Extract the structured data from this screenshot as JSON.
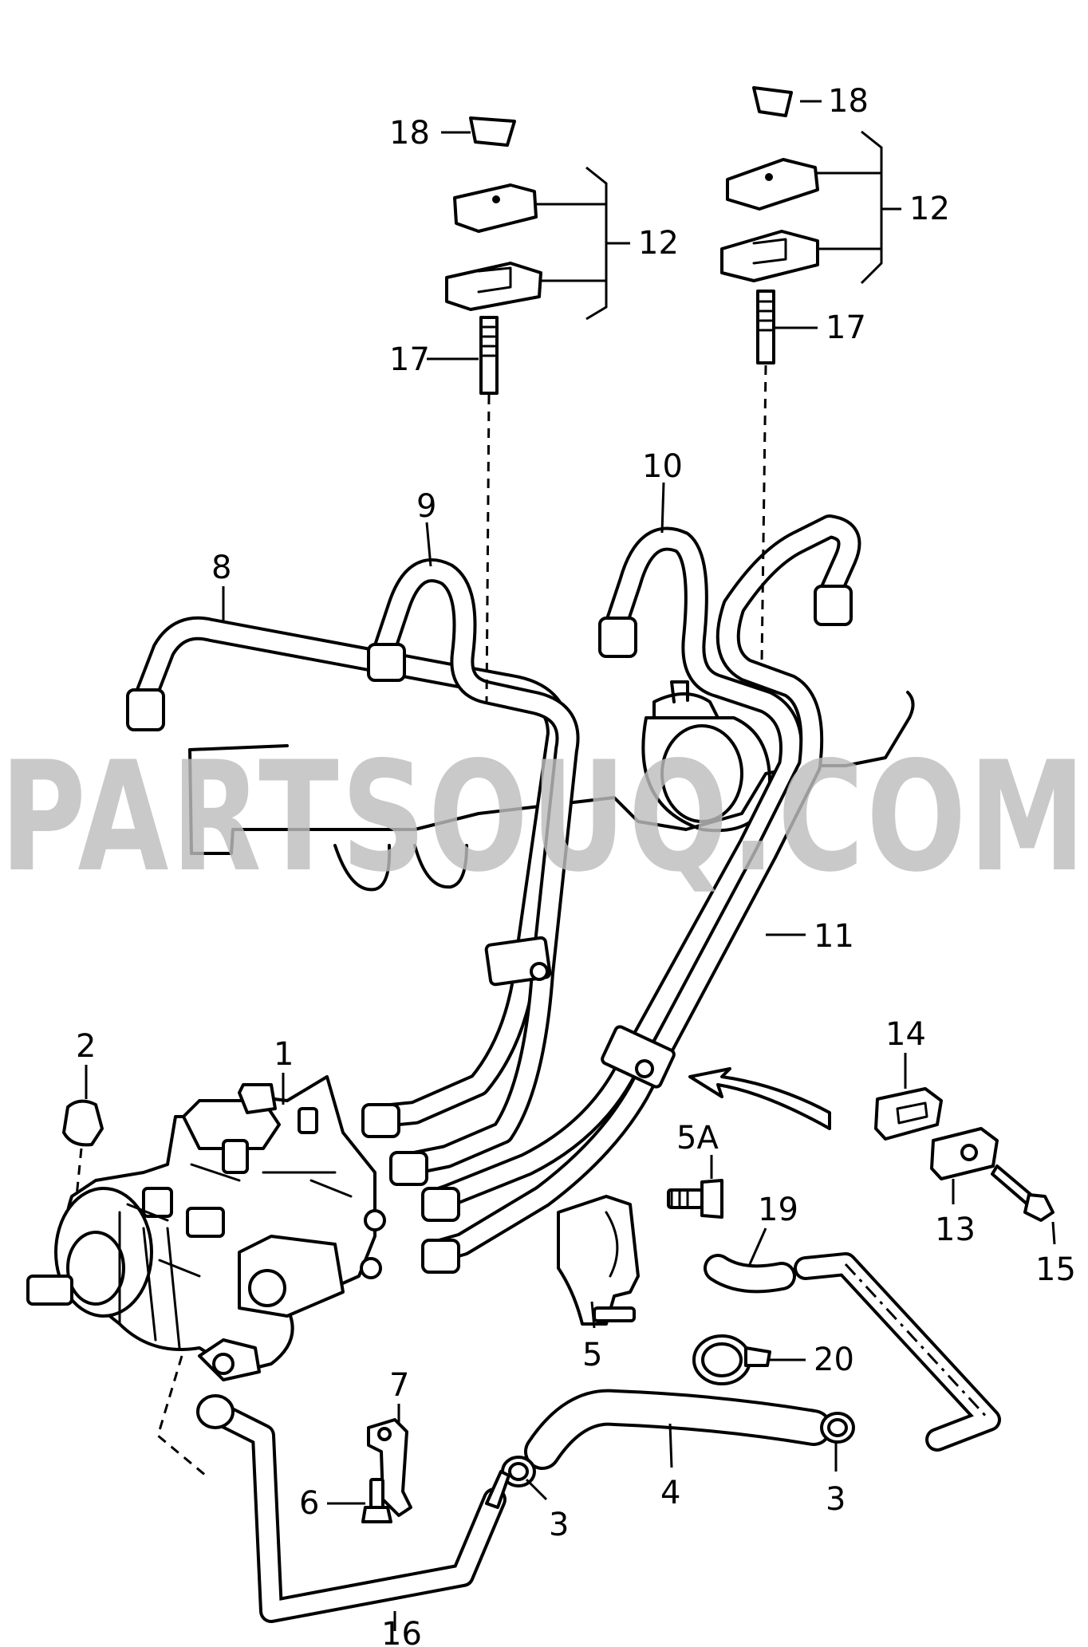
{
  "watermark": "PARTSOUQ.COM",
  "callouts": {
    "c1": "1",
    "c2": "2",
    "c3a": "3",
    "c3b": "3",
    "c4": "4",
    "c5": "5",
    "c5a": "5A",
    "c6": "6",
    "c7": "7",
    "c8": "8",
    "c9": "9",
    "c10": "10",
    "c11": "11",
    "c12a": "12",
    "c12b": "12",
    "c13": "13",
    "c14": "14",
    "c15": "15",
    "c16": "16",
    "c17a": "17",
    "c17b": "17",
    "c18a": "18",
    "c18b": "18",
    "c19": "19",
    "c20": "20"
  }
}
